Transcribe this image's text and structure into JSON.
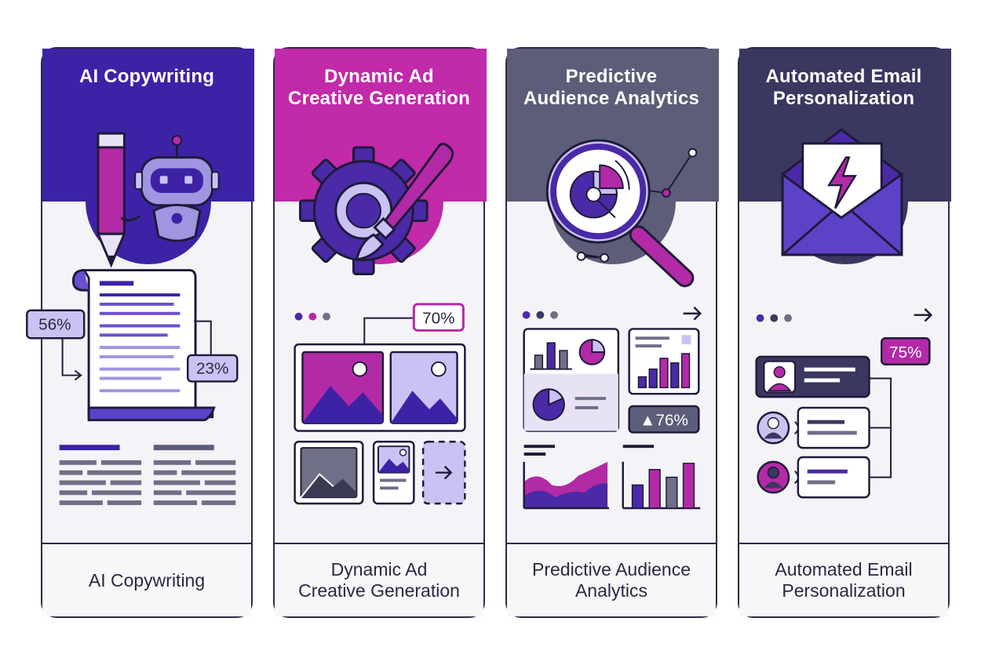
{
  "cards": [
    {
      "title_lines": [
        "AI Copywriting"
      ],
      "footer_lines": [
        "AI Copywriting"
      ],
      "badges": [
        "56%",
        "23%"
      ],
      "colors": {
        "header": "#3d22a6",
        "accent": "#b32aa6"
      },
      "icons": [
        "pencil-icon",
        "robot-icon",
        "document-icon"
      ]
    },
    {
      "title_lines": [
        "Dynamic Ad",
        "Creative Generation"
      ],
      "footer_lines": [
        "Dynamic Ad",
        "Creative Generation"
      ],
      "badges": [
        "70%"
      ],
      "colors": {
        "header": "#c12aa8",
        "accent": "#4a2aa6"
      },
      "icons": [
        "gear-icon",
        "paintbrush-icon",
        "image-icon"
      ]
    },
    {
      "title_lines": [
        "Predictive",
        "Audience Analytics"
      ],
      "footer_lines": [
        "Predictive Audience",
        "Analytics"
      ],
      "badges": [
        "▲76%"
      ],
      "colors": {
        "header": "#5c5d78",
        "accent": "#b32aa6"
      },
      "icons": [
        "magnifier-icon",
        "pie-chart-icon",
        "bar-chart-icon"
      ]
    },
    {
      "title_lines": [
        "Automated Email",
        "Personalization"
      ],
      "footer_lines": [
        "Automated Email",
        "Personalization"
      ],
      "badges": [
        "75%"
      ],
      "colors": {
        "header": "#3a3760",
        "accent": "#b32aa6"
      },
      "icons": [
        "envelope-icon",
        "lightning-icon",
        "user-avatar-icon"
      ]
    }
  ]
}
